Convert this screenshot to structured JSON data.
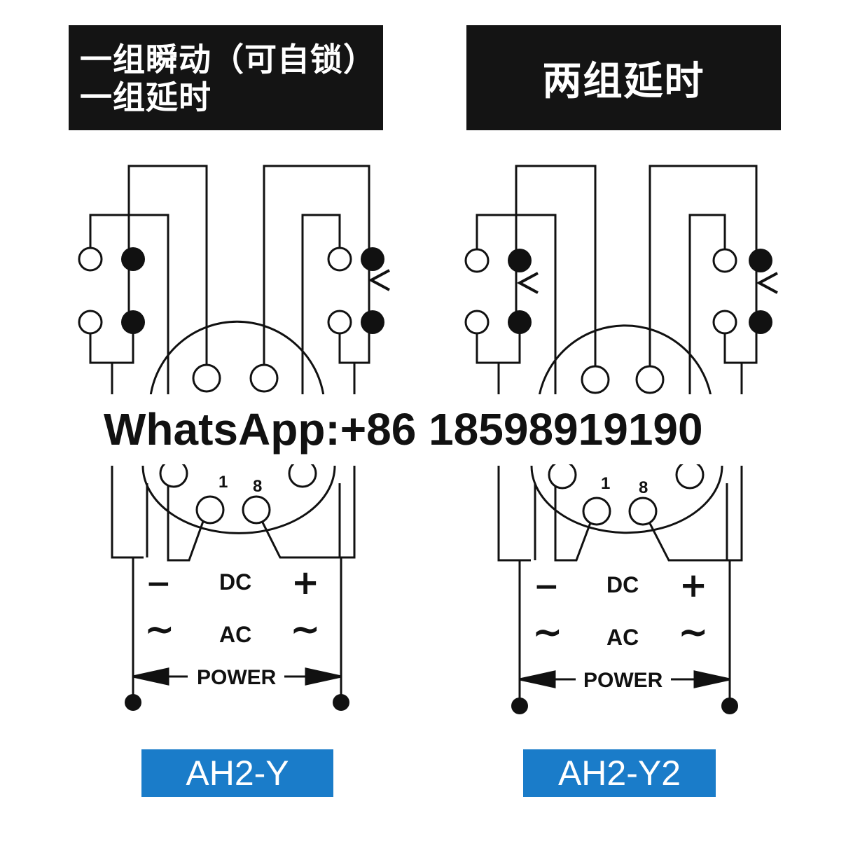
{
  "header_left": {
    "line1": "一组瞬动（可自锁）",
    "line2": "一组延时"
  },
  "header_right": {
    "title": "两组延时"
  },
  "watermark": "WhatsApp:+86 18598919190",
  "diagram_left": {
    "pin_1": "1",
    "pin_8": "8",
    "minus": "−",
    "dc": "DC",
    "plus": "+",
    "tilde_left": "~",
    "ac": "AC",
    "tilde_right": "~",
    "power": "POWER",
    "model": "AH2-Y"
  },
  "diagram_right": {
    "pin_1": "1",
    "pin_8": "8",
    "minus": "−",
    "dc": "DC",
    "plus": "+",
    "tilde_left": "~",
    "ac": "AC",
    "tilde_right": "~",
    "power": "POWER",
    "model": "AH2-Y2"
  },
  "colors": {
    "header_bg": "#141414",
    "model_bg": "#1a7cc9",
    "line": "#111111"
  },
  "icons": [
    "delay-contact-triangle-icon",
    "terminal-dot-icon"
  ]
}
